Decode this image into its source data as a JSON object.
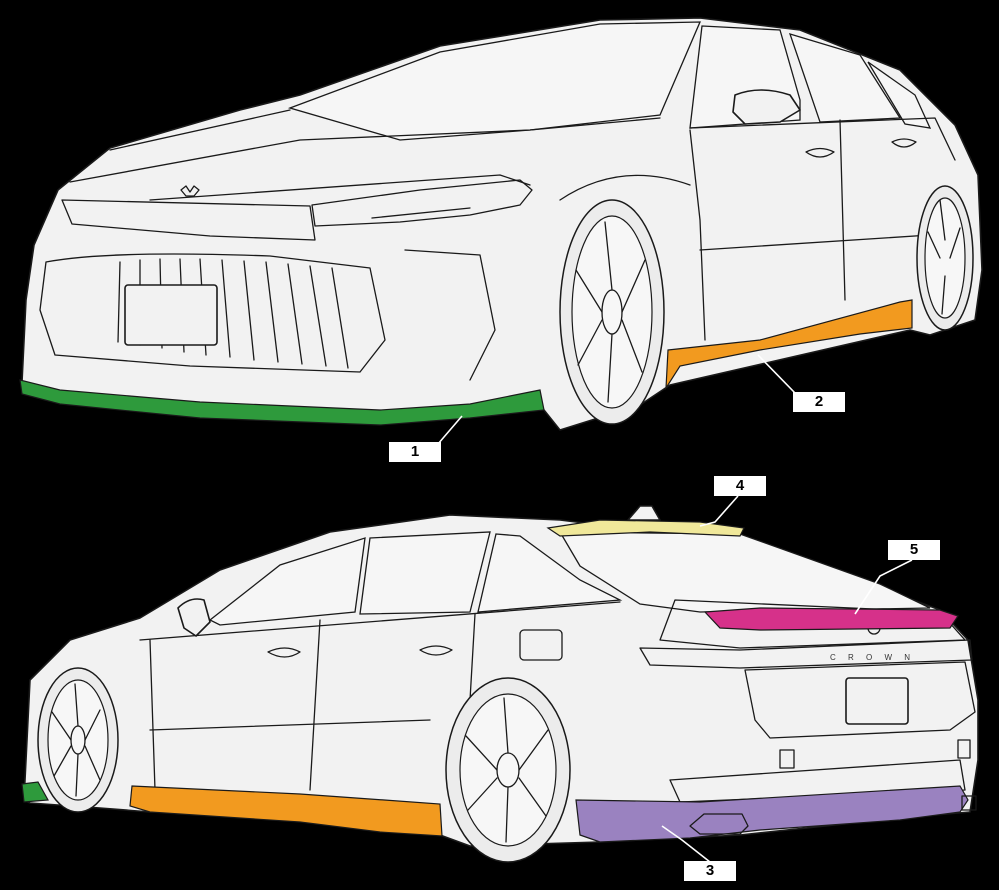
{
  "colors": {
    "background": "#000000",
    "car_fill": "#f2f2f2",
    "outline": "#1a1a1a",
    "part_1": "#2e9a3c",
    "part_2": "#f29a1f",
    "part_3": "#9a82c0",
    "part_4": "#f0e89a",
    "part_5": "#d6318a",
    "label_bg": "#ffffff"
  },
  "labels": {
    "part_1": "1",
    "part_2": "2",
    "part_3": "3",
    "part_4": "4",
    "part_5": "5"
  },
  "rear_badge": "C R O W N"
}
